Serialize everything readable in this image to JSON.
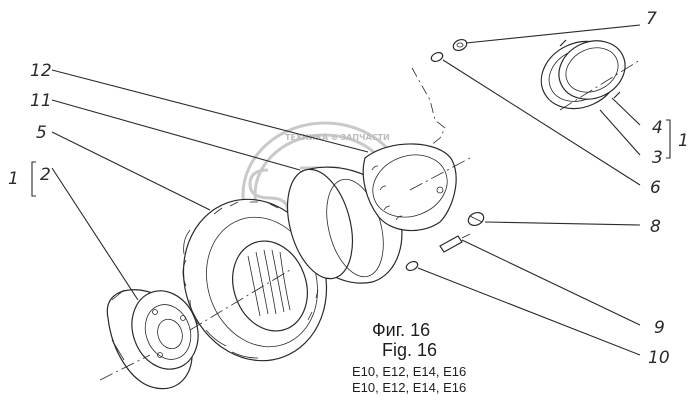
{
  "figure": {
    "caption_ru": "Фиг. 16",
    "caption_en": "Fig. 16",
    "models_line_1": "E10, E12, E14, E16",
    "models_line_2": "E10, E12, E14, E16"
  },
  "callouts": [
    {
      "id": "12",
      "label": "12"
    },
    {
      "id": "11",
      "label": "11"
    },
    {
      "id": "5",
      "label": "5"
    },
    {
      "id": "2",
      "label": "2"
    },
    {
      "id": "1a",
      "label": "1"
    },
    {
      "id": "7",
      "label": "7"
    },
    {
      "id": "4",
      "label": "4"
    },
    {
      "id": "3",
      "label": "3"
    },
    {
      "id": "1b",
      "label": "1"
    },
    {
      "id": "6",
      "label": "6"
    },
    {
      "id": "8",
      "label": "8"
    },
    {
      "id": "9",
      "label": "9"
    },
    {
      "id": "10",
      "label": "10"
    }
  ],
  "watermark": {
    "text": "ТЕХНИКА ⊗ ЗАПЧАСТИ",
    "logo_icon": "stc-logo-watermark"
  },
  "colors": {
    "ink": "#2a2a2a",
    "watermark": "#c9c9c9",
    "background": "#ffffff"
  }
}
